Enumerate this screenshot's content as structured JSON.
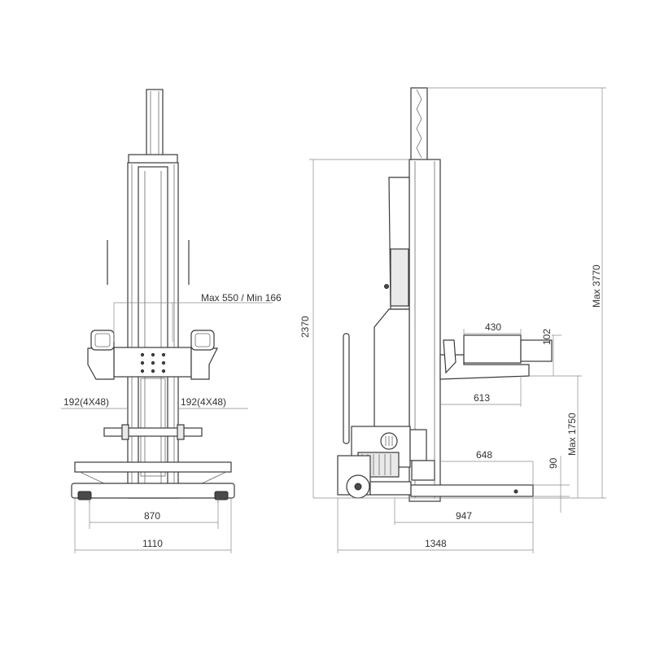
{
  "front_view": {
    "dim_stroke": "Max 550 / Min 166",
    "dim_adapter_left": "192(4X48)",
    "dim_adapter_right": "192(4X48)",
    "dim_base_inner": "870",
    "dim_base_outer": "1110"
  },
  "side_view": {
    "dim_column_height": "2370",
    "dim_max_height": "Max 3770",
    "dim_pad_width": "430",
    "dim_pad_height": "102",
    "dim_arm_reach": "613",
    "dim_max_lift": "Max 1750",
    "dim_fork_length": "648",
    "dim_fork_height": "90",
    "dim_base_length": "947",
    "dim_total_length": "1348"
  },
  "colors": {
    "line": "#3a3a3a",
    "dimension": "#8a8a8a",
    "background": "#ffffff"
  }
}
